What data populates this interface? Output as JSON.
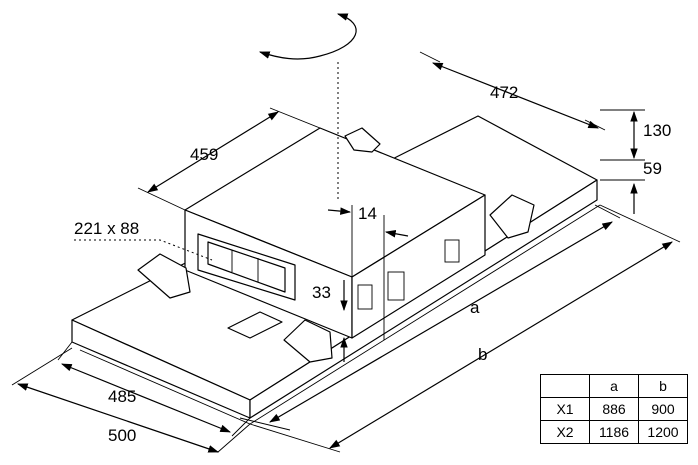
{
  "dimensions": {
    "depth_top": "472",
    "depth_left": "459",
    "height_duct": "130",
    "height_base": "59",
    "opening": "221 x 88",
    "offset_14": "14",
    "offset_33": "33",
    "width_485": "485",
    "width_500": "500",
    "length_a": "a",
    "length_b": "b"
  },
  "table": {
    "header": [
      "",
      "a",
      "b"
    ],
    "rows": [
      [
        "X1",
        "886",
        "900"
      ],
      [
        "X2",
        "1186",
        "1200"
      ]
    ]
  }
}
